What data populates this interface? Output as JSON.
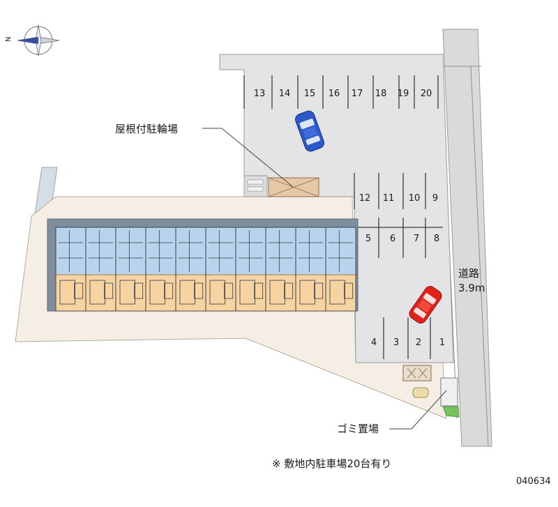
{
  "compass": {
    "north_label": "N"
  },
  "labels": {
    "bicycle_parking": "屋根付駐輪場",
    "road_name": "道路",
    "road_width": "3.9m",
    "garbage": "ゴミ置場"
  },
  "footer_note": "※ 敷地内駐車場20台有り",
  "image_code": "040634",
  "parking": {
    "top_row": [
      "13",
      "14",
      "15",
      "16",
      "17",
      "18",
      "19",
      "20"
    ],
    "middle_upper": [
      "12",
      "11",
      "10",
      "9"
    ],
    "middle_lower": [
      "5",
      "6",
      "7",
      "8"
    ],
    "bottom_row": [
      "4",
      "3",
      "2",
      "1"
    ]
  },
  "colors": {
    "pavement": "#e4e4e6",
    "road": "#dadadc",
    "building_blue": "#b9d3ec",
    "building_orange": "#f7d3a1",
    "ground": "#f5eee5",
    "car_blue": "#2d58c8",
    "car_red": "#e0231a",
    "greenery": "#78c35f"
  }
}
